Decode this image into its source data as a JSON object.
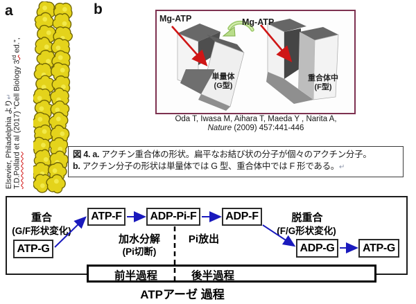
{
  "panel_a": {
    "label": "a",
    "citation": {
      "author": "T.D.Pollard",
      "mid": "  et al (2017) “Cell Biology 3",
      "sup": "rd",
      "tail": " ed.”,",
      "line2": "Elsevier, Philadelphia  より",
      "return_mark": "↵"
    }
  },
  "panel_b": {
    "label": "b",
    "mg_atp_left": "Mg-ATP",
    "mg_atp_right": "Mg-ATP",
    "monomer_label": "単量体",
    "monomer_sub": "(G型)",
    "polymer_label": "重合体中",
    "polymer_sub": "(F型)",
    "citation_line1": "Oda T, Iwasa M, Aihara T, Maeda Y , Narita A,",
    "citation_journal": "Nature",
    "citation_rest": " (2009) 457:441-446"
  },
  "caption": {
    "line1_bold": "図 4. a.",
    "line1_text": " アクチン重合体の形状。扁平なお結び状の分子が個々のアクチン分子。",
    "line2_bold": "b.",
    "line2_text": " アクチン分子の形状は単量体では G 型、重合体中では F 形である。",
    "return_mark": "↵"
  },
  "pathway": {
    "nodes": {
      "atp_g_left": "ATP-G",
      "atp_f": "ATP-F",
      "adp_pi_f": "ADP-Pi-F",
      "adp_f": "ADP-F",
      "adp_g": "ADP-G",
      "atp_g_right": "ATP-G"
    },
    "labels": {
      "polymerization": "重合",
      "polymerization_sub": "(G/F形状変化)",
      "hydrolysis": "加水分解",
      "hydrolysis_sub": "(Pi切断)",
      "pi_release": "Pi放出",
      "depolymerization": "脱重合",
      "depolymerization_sub": "(F/G形状変化)",
      "first_half": "前半過程",
      "second_half": "後半過程",
      "atpase": "ATPアーゼ 過程"
    }
  },
  "colors": {
    "frame_maroon": "#7d3150",
    "arrow_red": "#cf1616",
    "arrow_blue": "#1a1abd",
    "filament_yellow": "#e4d31b",
    "green_arrow": "#9dc96a"
  }
}
